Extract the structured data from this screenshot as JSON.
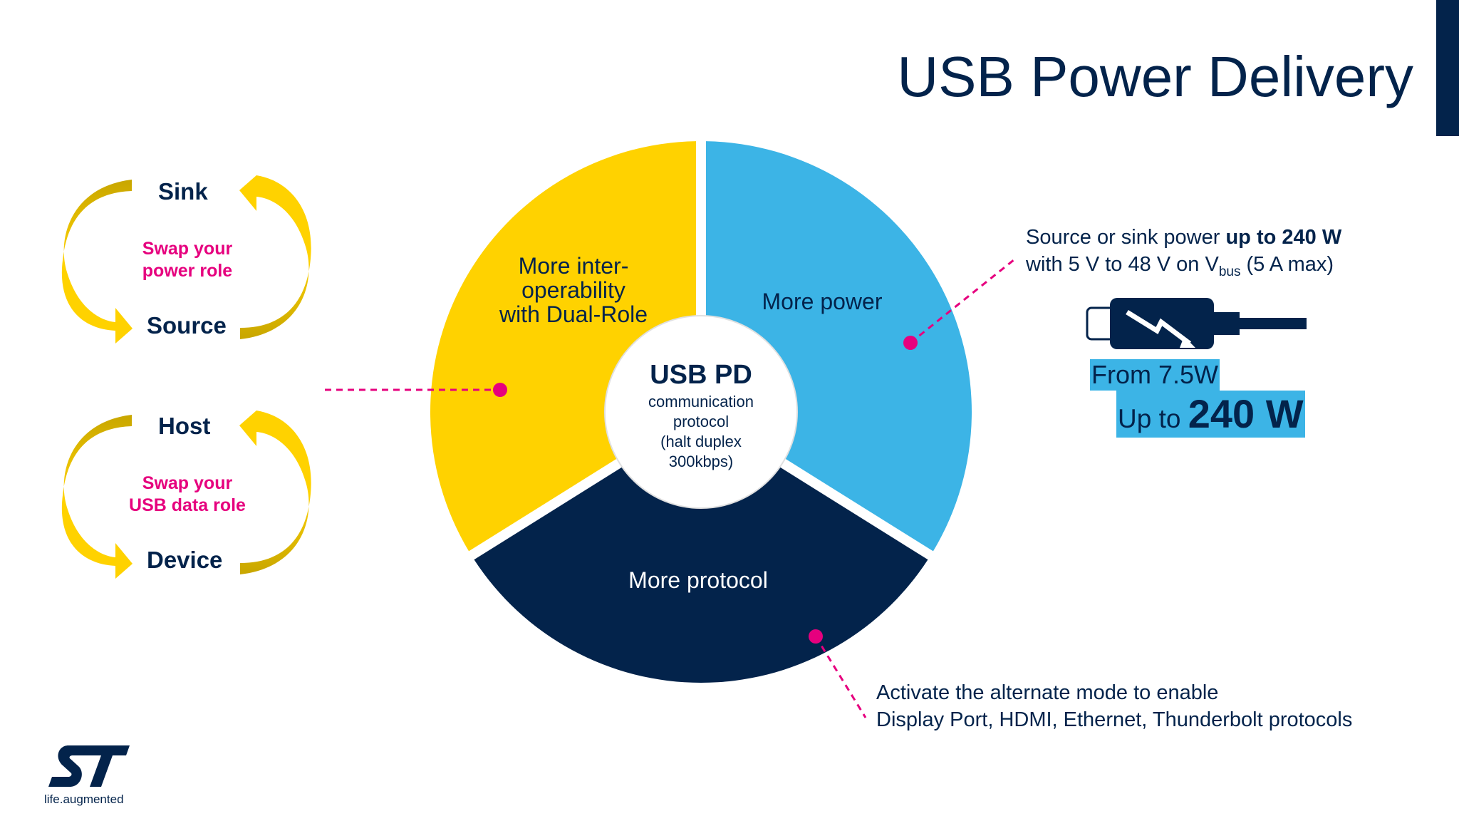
{
  "title": "USB Power Delivery",
  "colors": {
    "navy": "#03234b",
    "yellow": "#ffd200",
    "yellow_dark": "#d4b000",
    "blue": "#3cb4e6",
    "magenta": "#e6007e",
    "white": "#ffffff"
  },
  "power_role": {
    "top": "Sink",
    "bottom": "Source",
    "swap_line1": "Swap your",
    "swap_line2": "power role"
  },
  "data_role": {
    "top": "Host",
    "bottom": "Device",
    "swap_line1": "Swap your",
    "swap_line2": "USB data role"
  },
  "wheel": {
    "segments": [
      {
        "line1": "More inter-",
        "line2": "operability",
        "line3": "with Dual-Role",
        "color": "#ffd200"
      },
      {
        "line1": "More power",
        "color": "#3cb4e6"
      },
      {
        "line1": "More protocol",
        "color": "#03234b"
      }
    ],
    "center": {
      "title": "USB PD",
      "line1": "communication",
      "line2": "protocol",
      "line3": "(halt duplex",
      "line4": "300kbps)"
    }
  },
  "power_note": {
    "line1_prefix": "Source or sink power ",
    "line1_bold": "up to 240 W",
    "line2_prefix": "with 5 V to 48 V on V",
    "line2_sub": "bus",
    "line2_suffix": " (5 A max)"
  },
  "power_range": {
    "from": "From 7.5W",
    "upto_prefix": "Up to ",
    "upto_value": "240 W"
  },
  "cable_icon": "usb-c-lightning-icon",
  "protocol_note": {
    "line1": "Activate the alternate mode to enable",
    "line2": "Display Port, HDMI, Ethernet, Thunderbolt protocols"
  },
  "logo": {
    "mark": "ST",
    "tagline": "life.augmented"
  }
}
